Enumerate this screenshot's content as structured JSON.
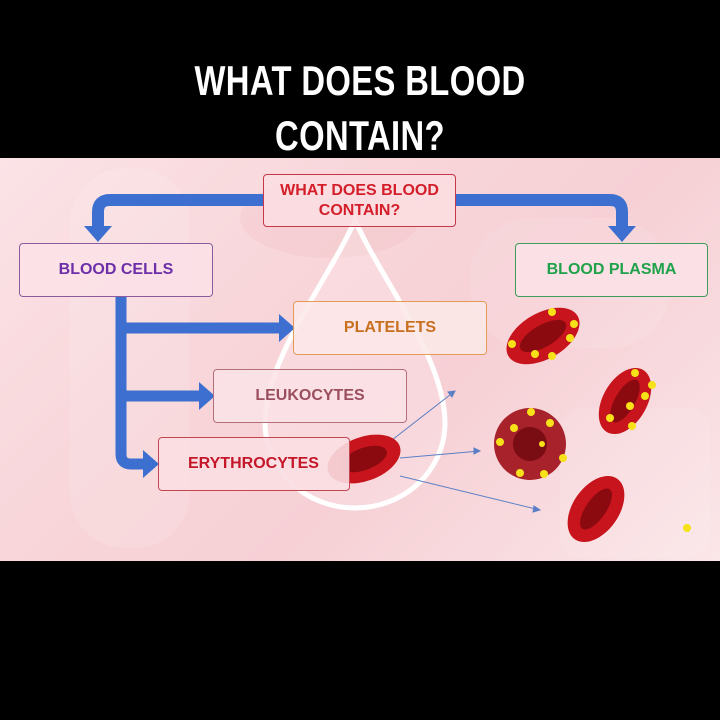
{
  "header": {
    "title_line1": "WHAT DOES BLOOD",
    "title_line2": "CONTAIN?"
  },
  "diagram": {
    "root": {
      "line1": "WHAT DOES BLOOD",
      "line2": "CONTAIN?"
    },
    "blood_cells": "BLOOD CELLS",
    "blood_plasma": "BLOOD PLASMA",
    "platelets": "PLATELETS",
    "leukocytes": "LEUKOCYTES",
    "erythrocytes": "ERYTHROCYTES"
  },
  "colors": {
    "arrow": "#3c6fd0",
    "red_cell": "#c8141c",
    "red_cell_dark": "#8a0a10",
    "platelet_dot": "#f7e21a",
    "leukocyte": "#a8222c",
    "leukocyte_core": "#7a0c14"
  },
  "icons": [
    "blood-drop-outline-icon",
    "red-blood-cell-icon",
    "white-blood-cell-icon",
    "platelet-dot-icon"
  ]
}
